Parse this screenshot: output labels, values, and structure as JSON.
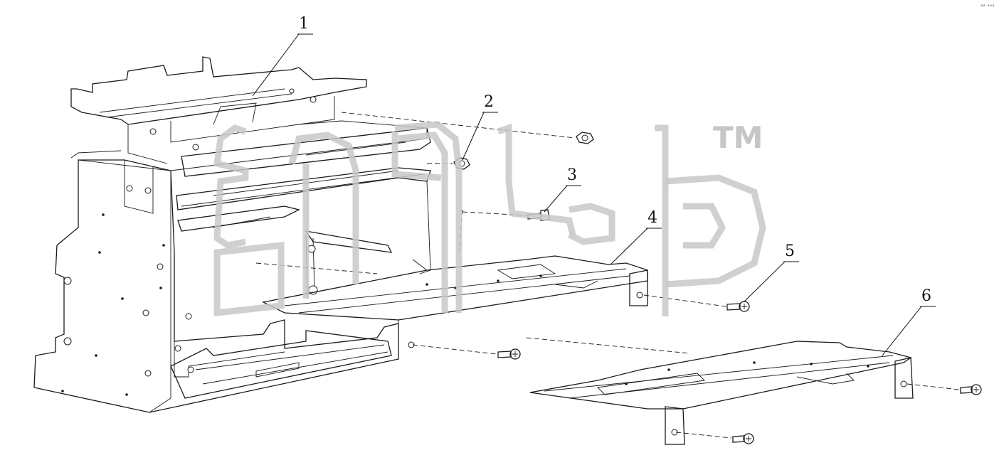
{
  "diagram": {
    "callouts": [
      {
        "id": "1",
        "label": "1"
      },
      {
        "id": "2",
        "label": "2"
      },
      {
        "id": "3",
        "label": "3"
      },
      {
        "id": "4",
        "label": "4"
      },
      {
        "id": "5",
        "label": "5"
      },
      {
        "id": "6",
        "label": "6"
      }
    ],
    "watermark": {
      "trademark": "TM"
    },
    "corner_mark": "°° °°°"
  }
}
